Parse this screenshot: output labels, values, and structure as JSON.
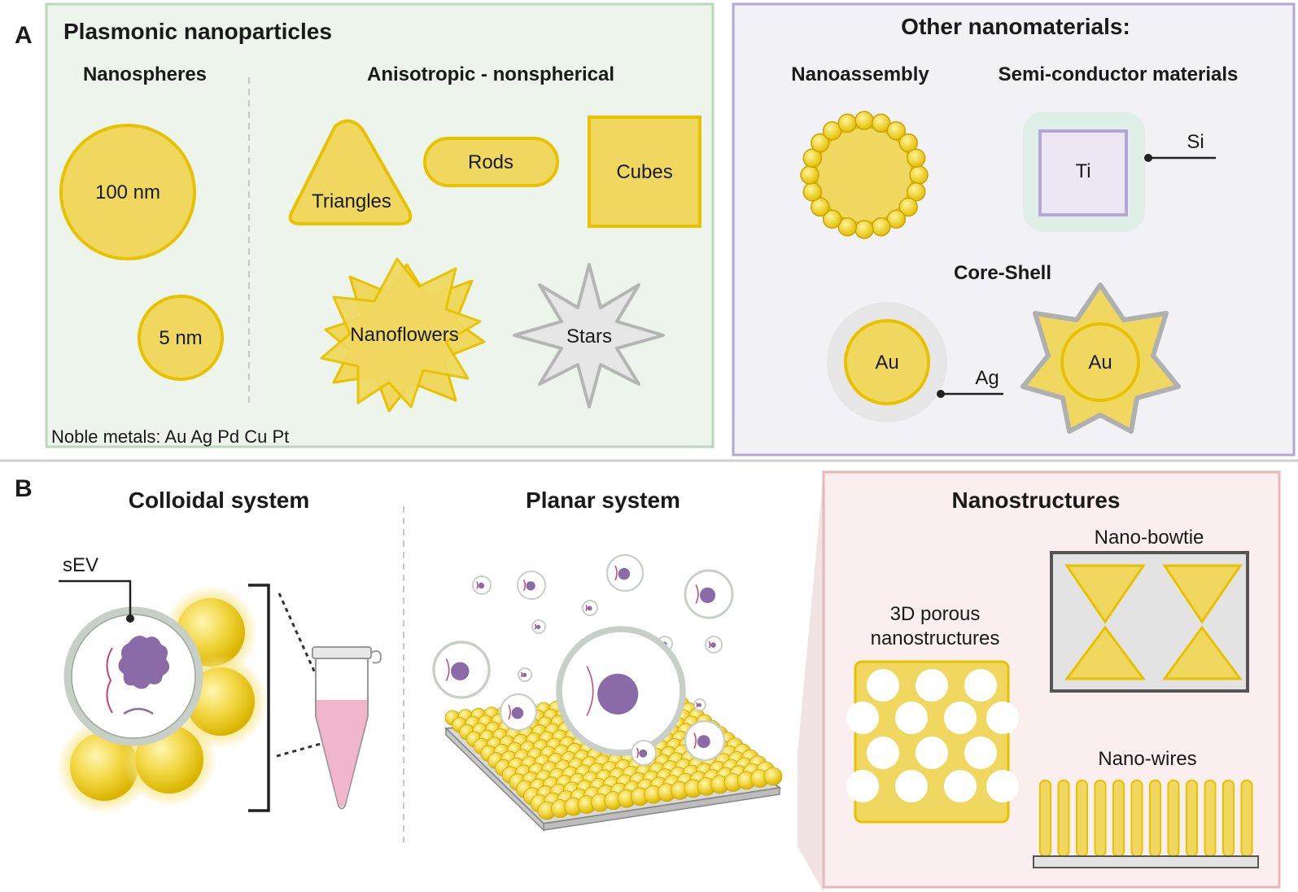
{
  "colors": {
    "gold_fill": "#f0d860",
    "gold_stroke": "#e8c200",
    "panel_a_left_bg": "#edf4ec",
    "panel_a_left_border": "#b9d8b7",
    "panel_a_right_bg": "#f1f1f6",
    "panel_a_right_border": "#b3a6d6",
    "nanostructures_bg": "#fbeeee",
    "nanostructures_border": "#e9b5b5",
    "vesicle_cargo": "#8b6aa8",
    "grey_star": "#e6e6e6",
    "tube_liquid": "#f2b6cc"
  },
  "panel_a": {
    "letter": "A",
    "left": {
      "title": "Plasmonic nanoparticles",
      "nanospheres_heading": "Nanospheres",
      "anisotropic_heading": "Anisotropic - nonspherical",
      "sphere_large_label": "100 nm",
      "sphere_small_label": "5 nm",
      "triangles_label": "Triangles",
      "rods_label": "Rods",
      "cubes_label": "Cubes",
      "nanoflowers_label": "Nanoflowers",
      "stars_label": "Stars",
      "footnote": "Noble metals: Au Ag Pd Cu Pt"
    },
    "right": {
      "title": "Other nanomaterials:",
      "nanoassembly_heading": "Nanoassembly",
      "semiconductor_heading": "Semi-conductor materials",
      "ti_label": "Ti",
      "si_label": "Si",
      "core_shell_heading": "Core-Shell",
      "core_label_1": "Au",
      "shell_label": "Ag",
      "core_label_2": "Au"
    }
  },
  "panel_b": {
    "letter": "B",
    "colloidal_title": "Colloidal system",
    "sev_label": "sEV",
    "planar_title": "Planar system",
    "nanostructures_title": "Nanostructures",
    "bowtie_label": "Nano-bowtie",
    "porous_label_line1": "3D porous",
    "porous_label_line2": "nanostructures",
    "wires_label": "Nano-wires"
  }
}
